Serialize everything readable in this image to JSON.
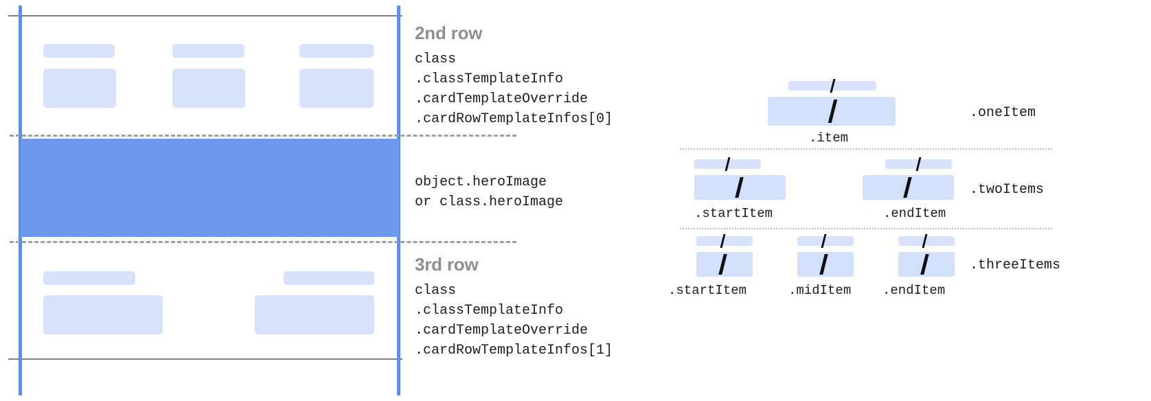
{
  "left_panel": {
    "rows": [
      {
        "title": "2nd row",
        "code": "class\n.classTemplateInfo\n.cardTemplateOverride\n.cardRowTemplateInfos[0]"
      },
      {
        "title": "",
        "code": "object.heroImage\nor class.heroImage"
      },
      {
        "title": "3rd row",
        "code": "class\n.classTemplateInfo\n.cardTemplateOverride\n.cardRowTemplateInfos[1]"
      }
    ]
  },
  "right_panel": {
    "groups": [
      {
        "label": ".oneItem",
        "items": [
          {
            "caption": ".item"
          }
        ]
      },
      {
        "label": ".twoItems",
        "items": [
          {
            "caption": ".startItem"
          },
          {
            "caption": ".endItem"
          }
        ]
      },
      {
        "label": ".threeItems",
        "items": [
          {
            "caption": ".startItem"
          },
          {
            "caption": ".midItem"
          },
          {
            "caption": ".endItem"
          }
        ]
      }
    ]
  },
  "colors": {
    "hero_fill": "#6b9aee",
    "placeholder_fill": "#d8e2fb",
    "rail_blue": "#5b8def",
    "rule_gray": "#7b8189",
    "dashed_gray": "#9aa0a6",
    "dotted_gray": "#b6bcc2",
    "title_gray": "#8a9096",
    "code_text": "#1d1d1f"
  }
}
